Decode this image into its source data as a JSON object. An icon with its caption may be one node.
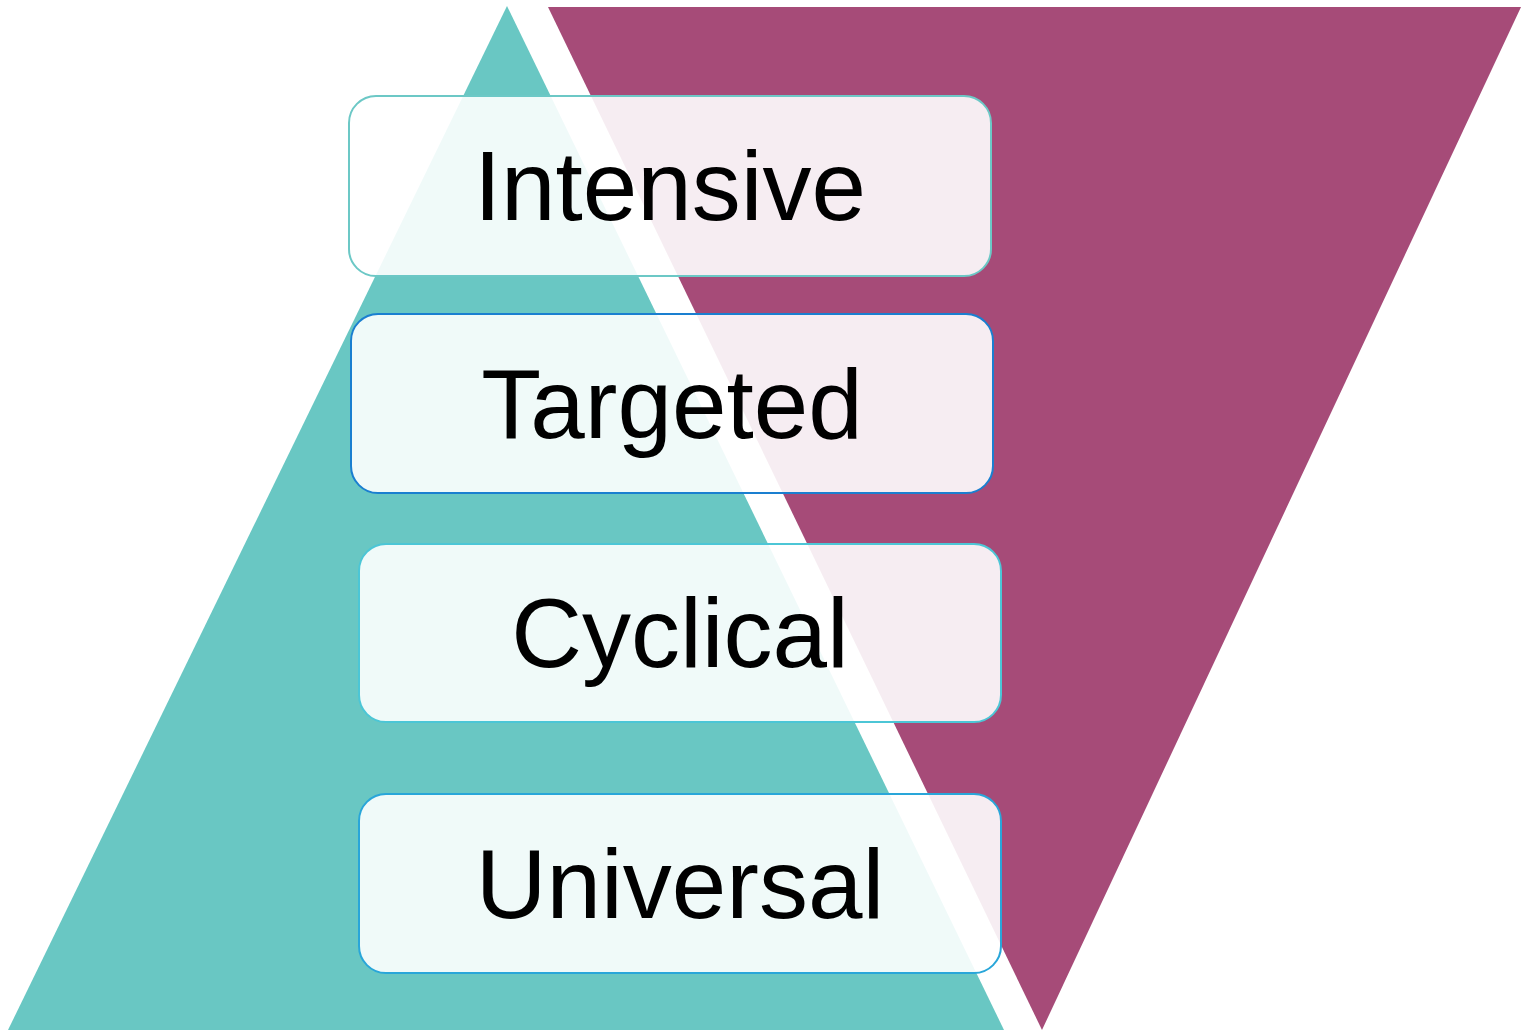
{
  "diagram": {
    "nodes": [
      {
        "text": [
          "Intensive"
        ]
      },
      {
        "text": [
          "Targeted"
        ]
      },
      {
        "text": [
          "Cyclical"
        ]
      },
      {
        "text": [
          "Universal"
        ]
      }
    ]
  }
}
